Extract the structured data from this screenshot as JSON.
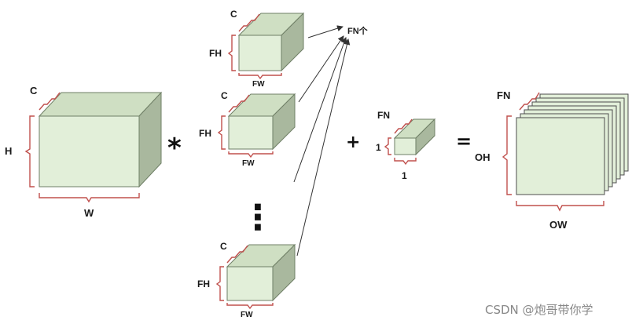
{
  "input": {
    "channel": "C",
    "height": "H",
    "width": "W"
  },
  "filters": {
    "channel": "C",
    "height": "FH",
    "width": "FW",
    "count_label": "FN个",
    "ellipsis": "⋮"
  },
  "bias": {
    "count": "FN",
    "height": "1",
    "width": "1"
  },
  "output": {
    "channel": "FN",
    "height": "OH",
    "width": "OW"
  },
  "operators": {
    "conv": "*",
    "plus": "+",
    "equals": "="
  },
  "watermark": "CSDN @炮哥带你学",
  "colors": {
    "front": "#e2efd9",
    "top": "#cfdfc3",
    "side": "#a9b89e",
    "brace": "#c0504d"
  }
}
